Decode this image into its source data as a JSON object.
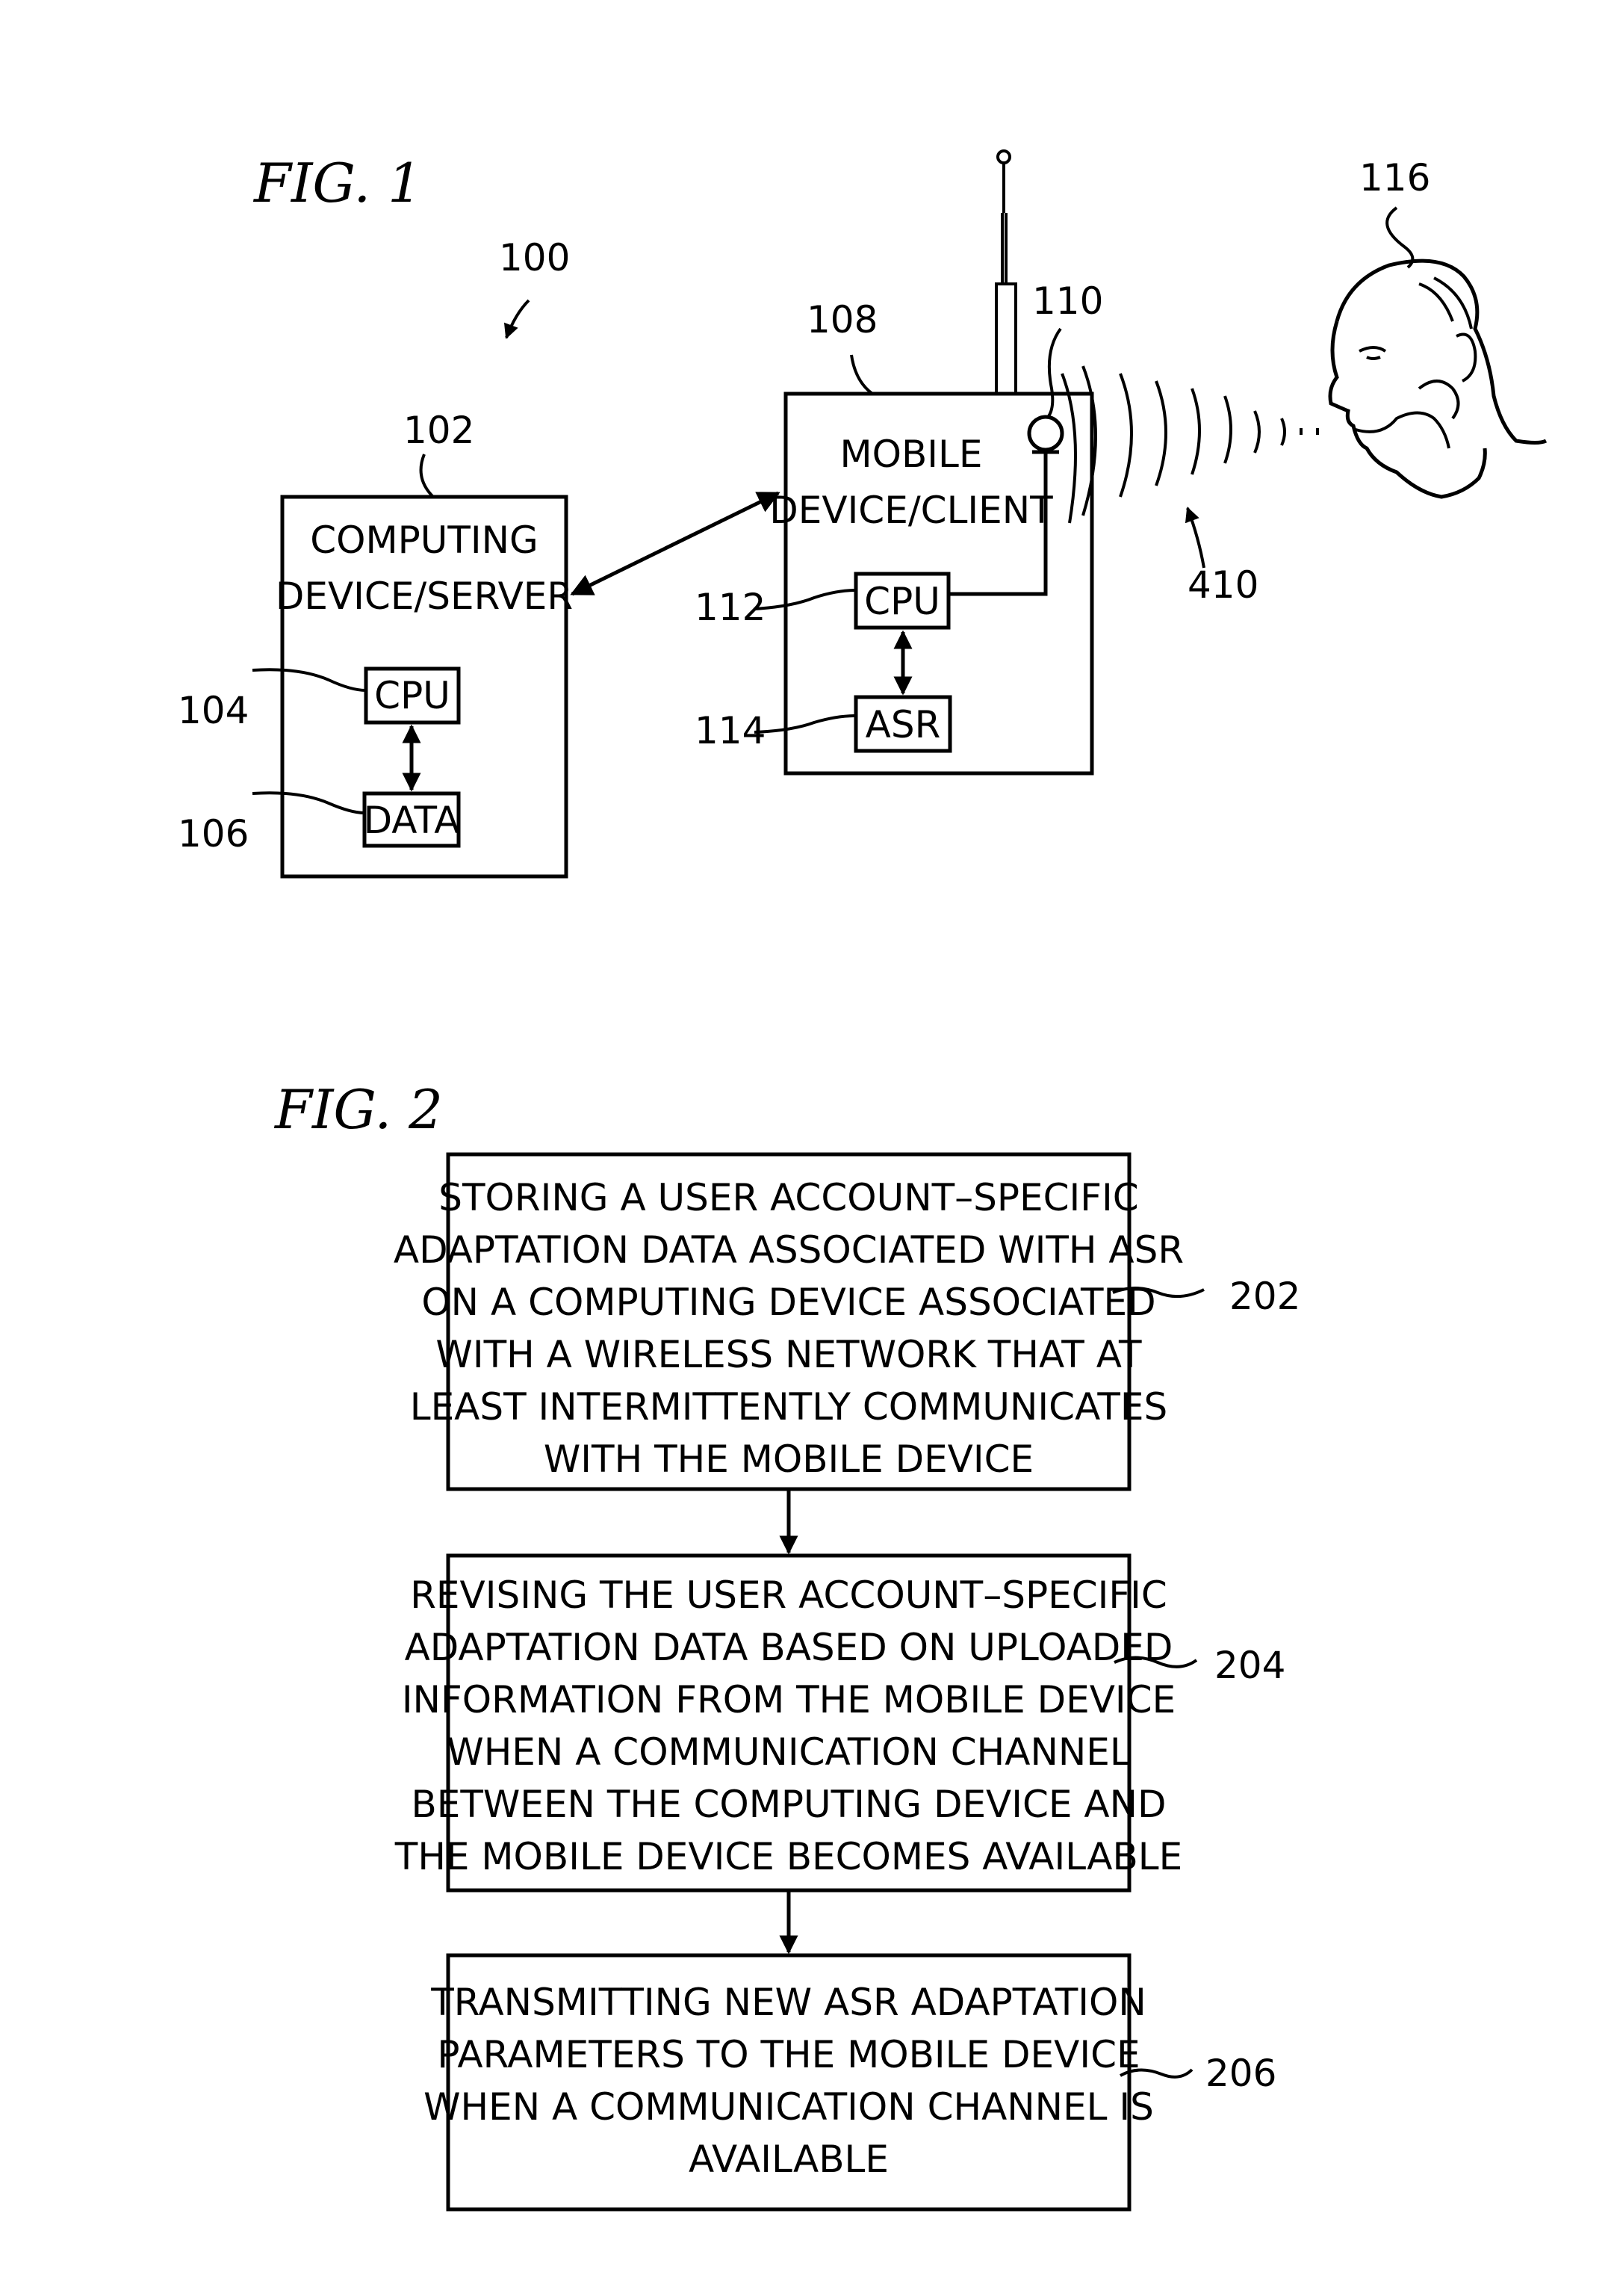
{
  "fig1": {
    "title": "FIG. 1",
    "ref_system": "100",
    "server": {
      "ref": "102",
      "label_line1": "COMPUTING",
      "label_line2": "DEVICE/SERVER",
      "cpu": {
        "ref": "104",
        "label": "CPU"
      },
      "data": {
        "ref": "106",
        "label": "DATA"
      }
    },
    "mobile": {
      "ref": "108",
      "label_line1": "MOBILE",
      "label_line2": "DEVICE/CLIENT",
      "microphone_ref": "110",
      "cpu": {
        "ref": "112",
        "label": "CPU"
      },
      "asr": {
        "ref": "114",
        "label": "ASR"
      }
    },
    "user_ref": "116",
    "speech_ref": "410"
  },
  "fig2": {
    "title": "FIG. 2",
    "steps": [
      {
        "ref": "202",
        "lines": [
          "STORING A USER ACCOUNT–SPECIFIC",
          "ADAPTATION DATA ASSOCIATED WITH ASR",
          "ON A COMPUTING DEVICE ASSOCIATED",
          "WITH A WIRELESS NETWORK THAT AT",
          "LEAST INTERMITTENTLY COMMUNICATES",
          "WITH THE MOBILE DEVICE"
        ]
      },
      {
        "ref": "204",
        "lines": [
          "REVISING THE USER ACCOUNT–SPECIFIC",
          "ADAPTATION DATA BASED ON UPLOADED",
          "INFORMATION FROM THE MOBILE DEVICE",
          "WHEN A COMMUNICATION CHANNEL",
          "BETWEEN THE COMPUTING DEVICE AND",
          "THE MOBILE DEVICE BECOMES AVAILABLE"
        ]
      },
      {
        "ref": "206",
        "lines": [
          "TRANSMITTING NEW ASR ADAPTATION",
          "PARAMETERS TO THE MOBILE DEVICE",
          "WHEN A COMMUNICATION CHANNEL IS",
          "AVAILABLE"
        ]
      }
    ]
  }
}
